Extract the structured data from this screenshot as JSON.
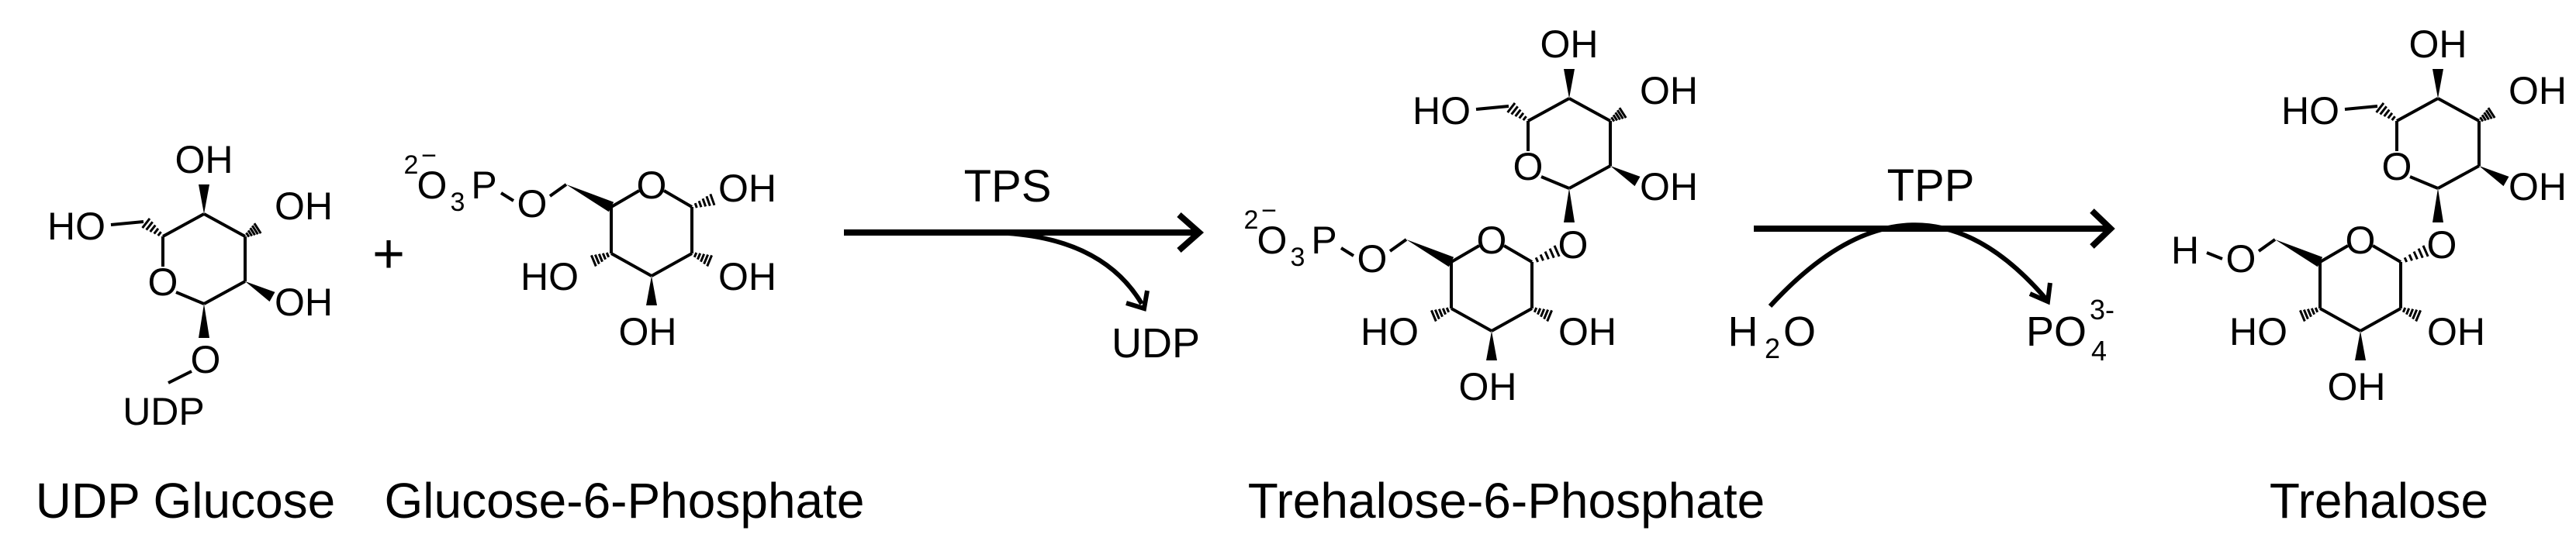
{
  "labels": {
    "oh": "OH",
    "ho": "HO",
    "o": "O",
    "h": "H",
    "udp": "UDP"
  },
  "phosphate_group": {
    "charge_number": "2",
    "charge_sign": "−",
    "o": "O",
    "subscript": "3",
    "p": "P"
  },
  "plus_sign": "+",
  "enzymes": {
    "tps": "TPS",
    "tpp": "TPP"
  },
  "byproducts": {
    "udp": "UDP",
    "water": {
      "h": "H",
      "subscript": "2",
      "o": "O"
    },
    "phosphate_ion": {
      "po": "PO",
      "subscript": "4",
      "charge": "3-"
    }
  },
  "captions": {
    "udp_glucose": "UDP Glucose",
    "glucose_6_phosphate": "Glucose-6-Phosphate",
    "trehalose_6_phosphate": "Trehalose-6-Phosphate",
    "trehalose": "Trehalose"
  },
  "colors": {
    "ink": "#000000",
    "background": "#ffffff"
  }
}
